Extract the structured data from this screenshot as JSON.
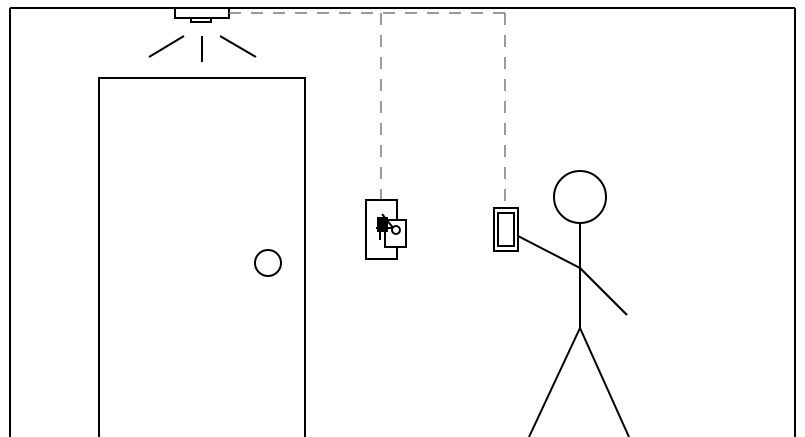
{
  "scene": {
    "description_visible_text": "",
    "colors": {
      "stroke": "#000000",
      "wire": "#7a7a7a",
      "background": "#ffffff"
    },
    "elements": {
      "ceiling_light": "ceiling-light-icon",
      "door": "door",
      "switch": "light-switch-with-pull-handle",
      "wall_control": "wall-mounted-control-panel",
      "person": "stick-figure-person"
    }
  }
}
